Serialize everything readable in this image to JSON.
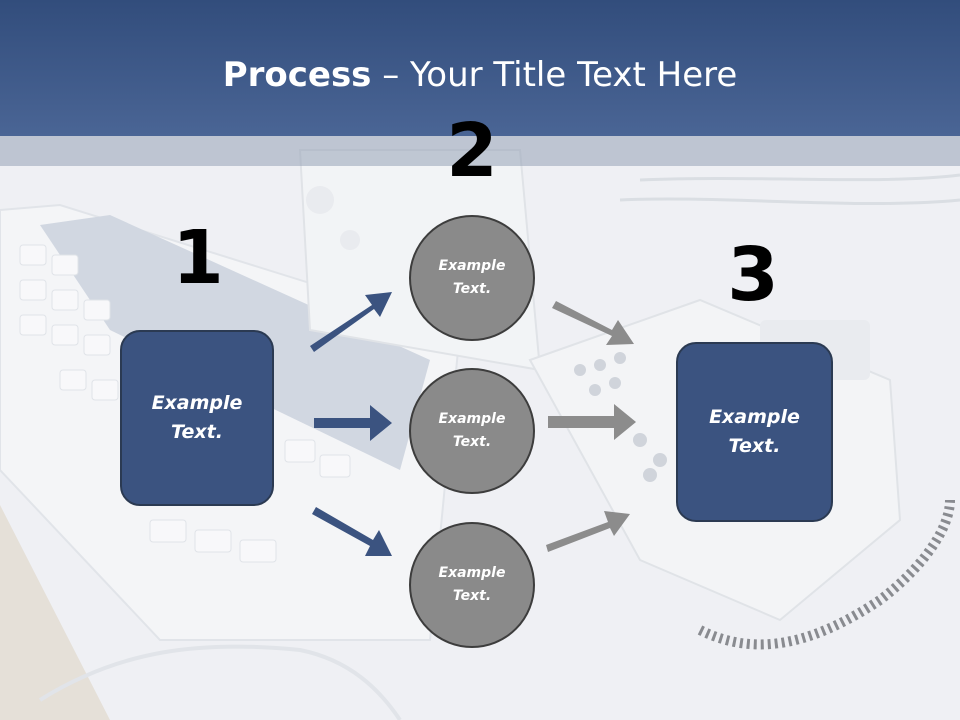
{
  "title": {
    "bold": "Process",
    "rest": " – Your Title Text Here"
  },
  "steps": [
    {
      "number": "1",
      "text": "Example Text."
    },
    {
      "number": "2"
    },
    {
      "number": "3",
      "text": "Example Text."
    }
  ],
  "circles": [
    {
      "text": "Example Text."
    },
    {
      "text": "Example Text."
    },
    {
      "text": "Example Text."
    }
  ],
  "colors": {
    "header": "#3e5988",
    "box": "#3b5380",
    "circle": "#8a8a8a",
    "arrow_blue": "#3b5380",
    "arrow_gray": "#8c8c8c"
  }
}
